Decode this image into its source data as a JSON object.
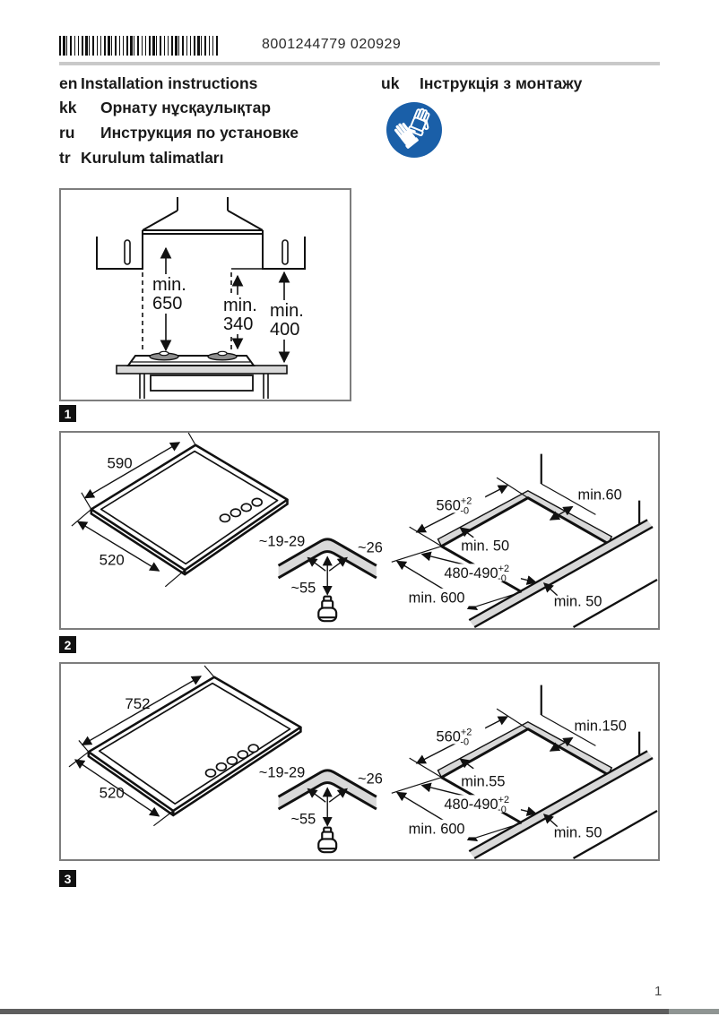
{
  "header": {
    "barcode_number": "8001244779 020929"
  },
  "languages": {
    "en": {
      "code": "en",
      "label": "Installation instructions"
    },
    "kk": {
      "code": "kk",
      "label": "Орнату нұсқаулықтар"
    },
    "ru": {
      "code": "ru",
      "label": "Инструкция по установке"
    },
    "tr": {
      "code": "tr",
      "label": "Kurulum talimatları"
    },
    "uk": {
      "code": "uk",
      "label": "Інструкція з монтажу"
    }
  },
  "safety_icon": {
    "name": "wear-protective-gloves",
    "color": "#1a5fa8"
  },
  "sections": {
    "s1": "1",
    "s2": "2",
    "s3": "3"
  },
  "fig_clearance": {
    "hood_min": {
      "l1": "min.",
      "l2": "650"
    },
    "over_burner_min": {
      "l1": "min.",
      "l2": "340"
    },
    "wall_min": {
      "l1": "min.",
      "l2": "400"
    }
  },
  "fig_hob60": {
    "width": "590",
    "depth": "520",
    "worktop_thickness": "~19-29",
    "corner_radius": "~26",
    "gas_offset": "~55",
    "cutout_width": {
      "val": "560",
      "sup": "+2",
      "sub": "-0"
    },
    "side_clearance": "min.60",
    "rear_clearance": "min. 50",
    "cutout_depth": {
      "val": "480-490",
      "sup": "+2",
      "sub": "-0"
    },
    "worktop_depth": "min. 600",
    "front_clearance": "min. 50"
  },
  "fig_hob75": {
    "width": "752",
    "depth": "520",
    "worktop_thickness": "~19-29",
    "corner_radius": "~26",
    "gas_offset": "~55",
    "cutout_width": {
      "val": "560",
      "sup": "+2",
      "sub": "-0"
    },
    "side_clearance": "min.150",
    "rear_clearance": "min.55",
    "cutout_depth": {
      "val": "480-490",
      "sup": "+2",
      "sub": "-0"
    },
    "worktop_depth": "min. 600",
    "front_clearance": "min. 50"
  },
  "footer": {
    "page_number": "1"
  }
}
